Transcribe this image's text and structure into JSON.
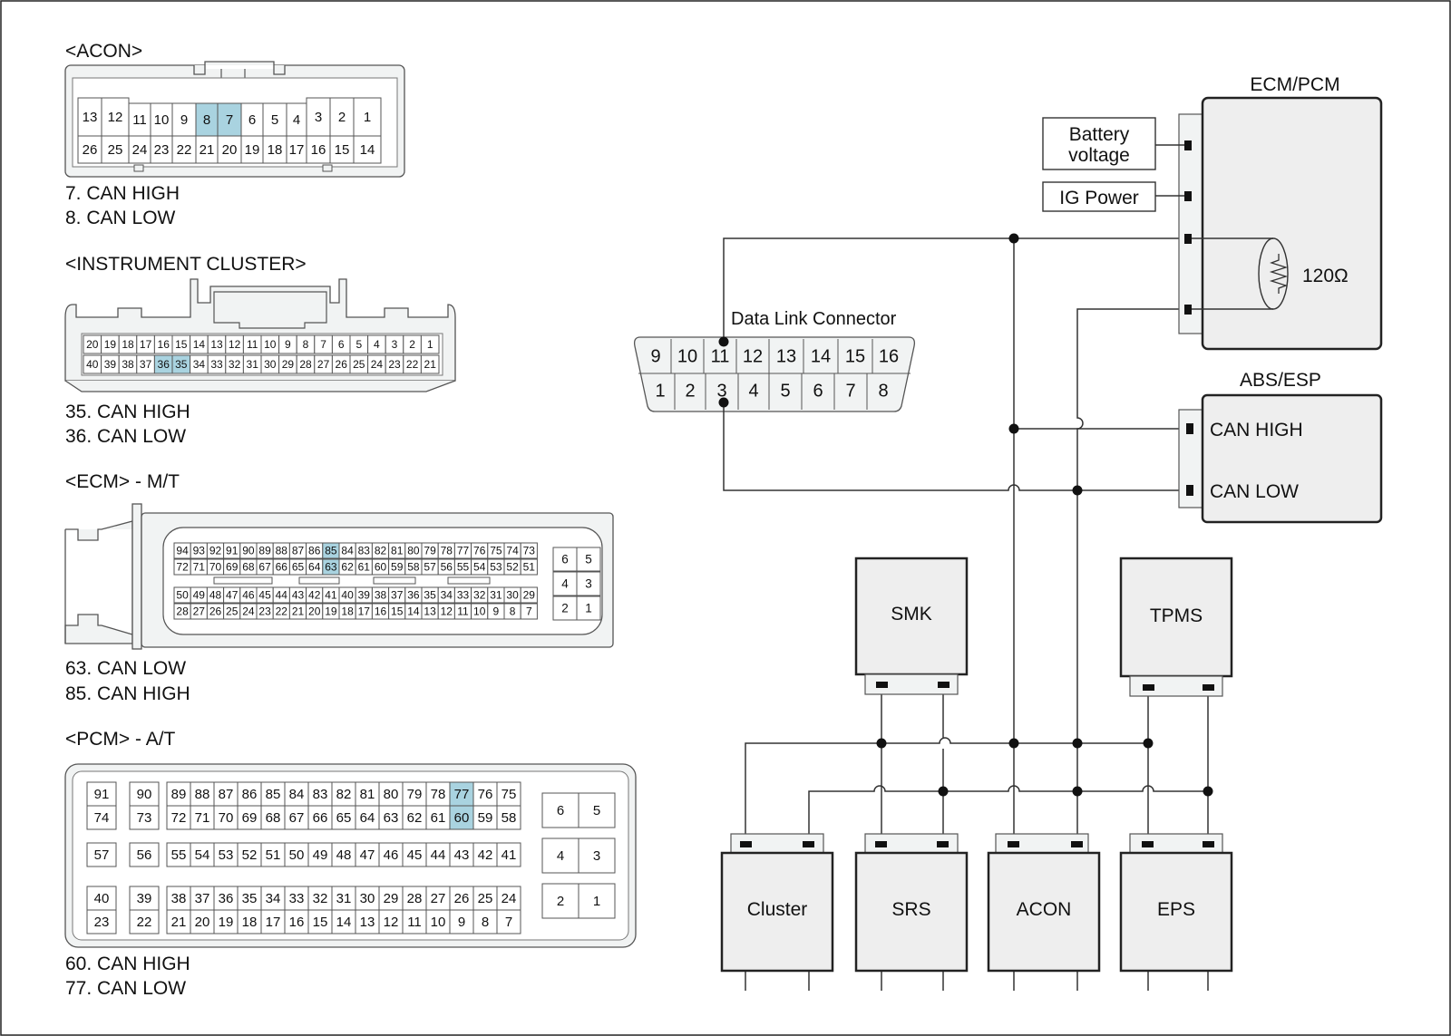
{
  "acon": {
    "title": "<ACON>",
    "top_row": [
      "13",
      "12",
      "11",
      "10",
      "9",
      "8",
      "7",
      "6",
      "5",
      "4",
      "3",
      "2",
      "1"
    ],
    "bottom_row": [
      "26",
      "25",
      "24",
      "23",
      "22",
      "21",
      "20",
      "19",
      "18",
      "17",
      "16",
      "15",
      "14"
    ],
    "highlight": [
      "8",
      "7"
    ],
    "notes": [
      "7. CAN HIGH",
      "8. CAN LOW"
    ]
  },
  "cluster_conn": {
    "title": "<INSTRUMENT CLUSTER>",
    "top_row": [
      "20",
      "19",
      "18",
      "17",
      "16",
      "15",
      "14",
      "13",
      "12",
      "11",
      "10",
      "9",
      "8",
      "7",
      "6",
      "5",
      "4",
      "3",
      "2",
      "1"
    ],
    "bottom_row": [
      "40",
      "39",
      "38",
      "37",
      "36",
      "35",
      "34",
      "33",
      "32",
      "31",
      "30",
      "29",
      "28",
      "27",
      "26",
      "25",
      "24",
      "23",
      "22",
      "21"
    ],
    "highlight": [
      "36",
      "35"
    ],
    "notes": [
      "35. CAN HIGH",
      "36. CAN LOW"
    ]
  },
  "ecm_conn": {
    "title": "<ECM> - M/T",
    "rows": [
      [
        "94",
        "93",
        "92",
        "91",
        "90",
        "89",
        "88",
        "87",
        "86",
        "85",
        "84",
        "83",
        "82",
        "81",
        "80",
        "79",
        "78",
        "77",
        "76",
        "75",
        "74",
        "73"
      ],
      [
        "72",
        "71",
        "70",
        "69",
        "68",
        "67",
        "66",
        "65",
        "64",
        "63",
        "62",
        "61",
        "60",
        "59",
        "58",
        "57",
        "56",
        "55",
        "54",
        "53",
        "52",
        "51"
      ],
      [
        "50",
        "49",
        "48",
        "47",
        "46",
        "45",
        "44",
        "43",
        "42",
        "41",
        "40",
        "39",
        "38",
        "37",
        "36",
        "35",
        "34",
        "33",
        "32",
        "31",
        "30",
        "29"
      ],
      [
        "28",
        "27",
        "26",
        "25",
        "24",
        "23",
        "22",
        "21",
        "20",
        "19",
        "18",
        "17",
        "16",
        "15",
        "14",
        "13",
        "12",
        "11",
        "10",
        "9",
        "8",
        "7"
      ]
    ],
    "side": [
      [
        "6",
        "5"
      ],
      [
        "4",
        "3"
      ],
      [
        "2",
        "1"
      ]
    ],
    "highlight": [
      "85",
      "63"
    ],
    "notes": [
      "63. CAN LOW",
      "85. CAN HIGH"
    ]
  },
  "pcm_conn": {
    "title": "<PCM> - A/T",
    "side_top": [
      [
        "91",
        "74"
      ],
      [
        "90",
        "73"
      ]
    ],
    "top_rows": [
      [
        "89",
        "88",
        "87",
        "86",
        "85",
        "84",
        "83",
        "82",
        "81",
        "80",
        "79",
        "78",
        "77",
        "76",
        "75"
      ],
      [
        "72",
        "71",
        "70",
        "69",
        "68",
        "67",
        "66",
        "65",
        "64",
        "63",
        "62",
        "61",
        "60",
        "59",
        "58"
      ]
    ],
    "mid_side": [
      "57",
      "56"
    ],
    "mid_row": [
      "55",
      "54",
      "53",
      "52",
      "51",
      "50",
      "49",
      "48",
      "47",
      "46",
      "45",
      "44",
      "43",
      "42",
      "41"
    ],
    "side_bottom": [
      [
        "40",
        "23"
      ],
      [
        "39",
        "22"
      ]
    ],
    "bottom_rows": [
      [
        "38",
        "37",
        "36",
        "35",
        "34",
        "33",
        "32",
        "31",
        "30",
        "29",
        "28",
        "27",
        "26",
        "25",
        "24"
      ],
      [
        "21",
        "20",
        "19",
        "18",
        "17",
        "16",
        "15",
        "14",
        "13",
        "12",
        "11",
        "10",
        "9",
        "8",
        "7"
      ]
    ],
    "right_pairs": [
      [
        "6",
        "5"
      ],
      [
        "4",
        "3"
      ],
      [
        "2",
        "1"
      ]
    ],
    "highlight": [
      "77",
      "60"
    ],
    "notes": [
      "60. CAN HIGH",
      "77. CAN LOW"
    ]
  },
  "dlc": {
    "title": "Data Link Connector",
    "top_row": [
      "9",
      "10",
      "11",
      "12",
      "13",
      "14",
      "15",
      "16"
    ],
    "bottom_row": [
      "1",
      "2",
      "3",
      "4",
      "5",
      "6",
      "7",
      "8"
    ]
  },
  "modules": {
    "ecm_pcm": "ECM/PCM",
    "battery_l1": "Battery",
    "battery_l2": "voltage",
    "ig_power": "IG Power",
    "resistor": "120Ω",
    "abs_esp": "ABS/ESP",
    "can_high": "CAN HIGH",
    "can_low": "CAN LOW",
    "smk": "SMK",
    "tpms": "TPMS",
    "cluster": "Cluster",
    "srs": "SRS",
    "acon": "ACON",
    "eps": "EPS"
  },
  "colors": {
    "highlight": "#a9d3e0",
    "connector_fill": "#f1f3f3",
    "module_fill": "#eeeeee"
  }
}
